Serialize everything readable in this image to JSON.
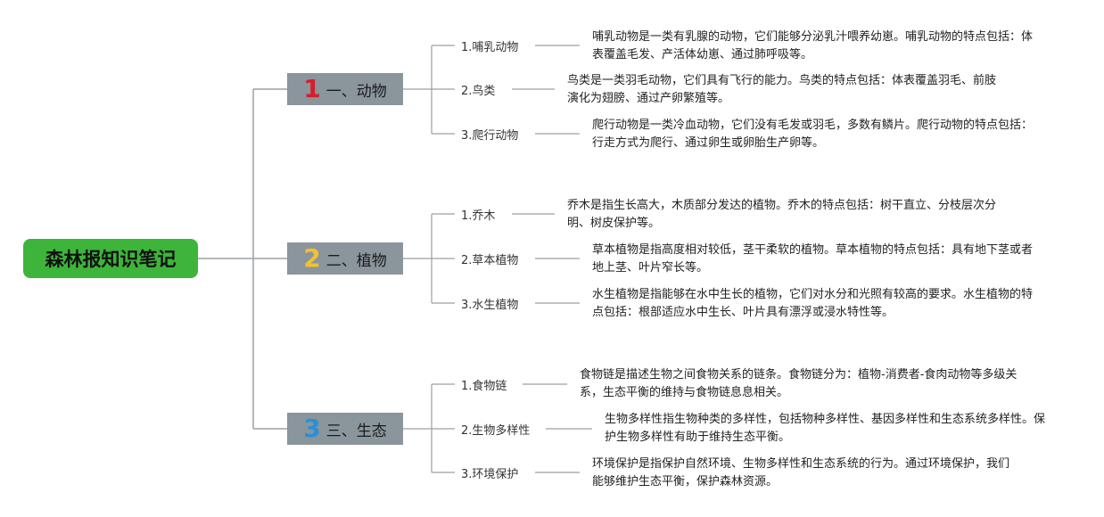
{
  "root": {
    "title": "森林报知识笔记",
    "color": "#3db43a"
  },
  "categories": [
    {
      "num": "1",
      "num_color": "#d61f2b",
      "title": "一、动物",
      "items": [
        {
          "label": "1.哺乳动物",
          "desc": "哺乳动物是一类有乳腺的动物，它们能够分泌乳汁喂养幼崽。哺乳动物的特点包括：体表覆盖毛发、产活体幼崽、通过肺呼吸等。"
        },
        {
          "label": "2.鸟类",
          "desc": "鸟类是一类羽毛动物，它们具有飞行的能力。鸟类的特点包括：体表覆盖羽毛、前肢演化为翅膀、通过产卵繁殖等。"
        },
        {
          "label": "3.爬行动物",
          "desc": "爬行动物是一类冷血动物，它们没有毛发或羽毛，多数有鳞片。爬行动物的特点包括：行走方式为爬行、通过卵生或卵胎生产卵等。"
        }
      ]
    },
    {
      "num": "2",
      "num_color": "#f2c230",
      "title": "二、植物",
      "items": [
        {
          "label": "1.乔木",
          "desc": "乔木是指生长高大，木质部分发达的植物。乔木的特点包括：树干直立、分枝层次分明、树皮保护等。"
        },
        {
          "label": "2.草本植物",
          "desc": "草本植物是指高度相对较低，茎干柔软的植物。草本植物的特点包括：具有地下茎或者地上茎、叶片窄长等。"
        },
        {
          "label": "3.水生植物",
          "desc": "水生植物是指能够在水中生长的植物，它们对水分和光照有较高的要求。水生植物的特点包括：根部适应水中生长、叶片具有漂浮或浸水特性等。"
        }
      ]
    },
    {
      "num": "3",
      "num_color": "#2a8fd8",
      "title": "三、生态",
      "items": [
        {
          "label": "1.食物链",
          "desc": "食物链是描述生物之间食物关系的链条。食物链分为：植物-消费者-食肉动物等多级关系，生态平衡的维持与食物链息息相关。"
        },
        {
          "label": "2.生物多样性",
          "desc": "生物多样性指生物种类的多样性，包括物种多样性、基因多样性和生态系统多样性。保护生物多样性有助于维持生态平衡。"
        },
        {
          "label": "3.环境保护",
          "desc": "环境保护是指保护自然环境、生物多样性和生态系统的行为。通过环境保护，我们能够维护生态平衡，保护森林资源。"
        }
      ]
    }
  ]
}
